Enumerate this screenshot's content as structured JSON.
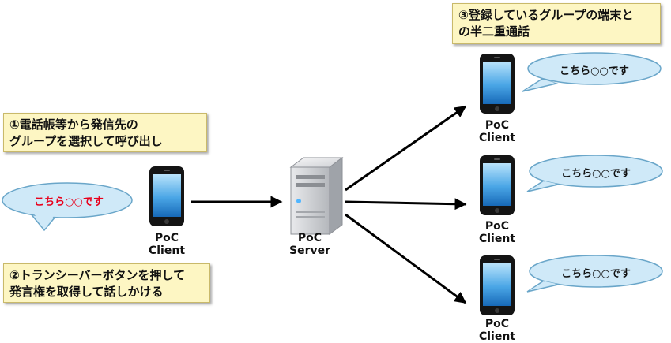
{
  "notes": {
    "group_talk": {
      "line1": "③登録しているグループの端末と",
      "line2": "の半二重通話"
    },
    "call_select": {
      "line1": "①電話帳等から発信先の",
      "line2": "グループを選択して呼び出し"
    },
    "transceiver": {
      "line1": "②トランシーバーボタンを押して",
      "line2": "発言権を取得して話しかける"
    }
  },
  "speech": {
    "caller": "こちら○○です",
    "receiver_1": "こちら○○です",
    "receiver_2": "こちら○○です",
    "receiver_3": "こちら○○です"
  },
  "nodes": {
    "caller_client": {
      "line1": "PoC",
      "line2": "Client"
    },
    "server": {
      "line1": "PoC",
      "line2": "Server"
    },
    "receiver_client_1": {
      "line1": "PoC",
      "line2": "Client"
    },
    "receiver_client_2": {
      "line1": "PoC",
      "line2": "Client"
    },
    "receiver_client_3": {
      "line1": "PoC",
      "line2": "Client"
    }
  },
  "colors": {
    "note_fill": "#fdf6c3",
    "bubble_fill": "#cfe9f8",
    "bubble_stroke": "#6aa6c9",
    "caller_speech_text": "#e8001c",
    "arrow": "#000000"
  }
}
